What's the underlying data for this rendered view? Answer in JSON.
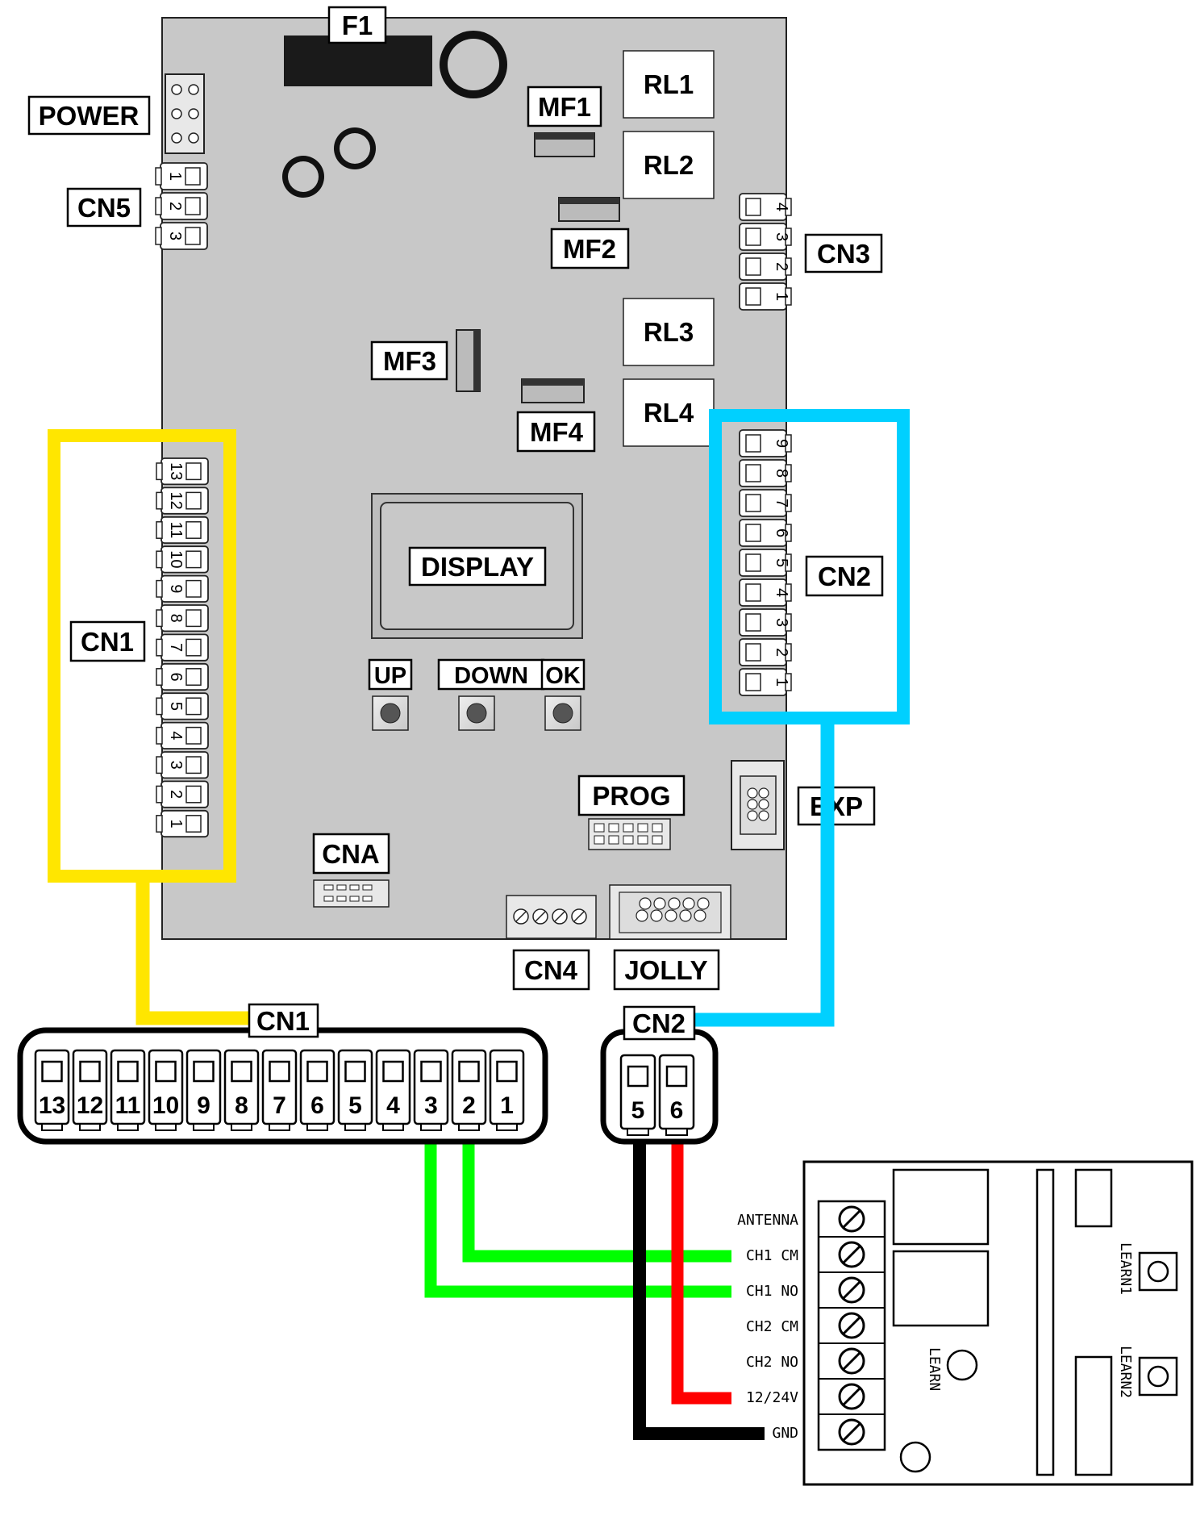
{
  "board": {
    "labels": {
      "f1": "F1",
      "power": "POWER",
      "cn5": "CN5",
      "mf1": "MF1",
      "mf2": "MF2",
      "mf3": "MF3",
      "mf4": "MF4",
      "rl1": "RL1",
      "rl2": "RL2",
      "rl3": "RL3",
      "rl4": "RL4",
      "cn3": "CN3",
      "cn1": "CN1",
      "cn2": "CN2",
      "display": "DISPLAY",
      "up": "UP",
      "down": "DOWN",
      "ok": "OK",
      "prog": "PROG",
      "exp": "EXP",
      "cna": "CNA",
      "cn4": "CN4",
      "jolly": "JOLLY"
    },
    "cn5_pins": [
      "1",
      "2",
      "3"
    ],
    "cn3_pins": [
      "4",
      "3",
      "2",
      "1"
    ],
    "cn1_pins": [
      "13",
      "12",
      "11",
      "10",
      "9",
      "8",
      "7",
      "6",
      "5",
      "4",
      "3",
      "2",
      "1"
    ],
    "cn2_pins": [
      "9",
      "8",
      "7",
      "6",
      "5",
      "4",
      "3",
      "2",
      "1"
    ]
  },
  "zoom": {
    "cn1_title": "CN1",
    "cn1_pins": [
      "13",
      "12",
      "11",
      "10",
      "9",
      "8",
      "7",
      "6",
      "5",
      "4",
      "3",
      "2",
      "1"
    ],
    "cn2_title": "CN2",
    "cn2_pins": [
      "5",
      "6"
    ]
  },
  "receiver": {
    "terminals": [
      "ANTENNA",
      "CH1 CM",
      "CH1 NO",
      "CH2 CM",
      "CH2 NO",
      "12/24V",
      "GND"
    ],
    "learn": "LEARN",
    "learn1": "LEARN1",
    "learn2": "LEARN2"
  },
  "colors": {
    "cn1_highlight": "#FFE600",
    "cn2_highlight": "#00D0FF",
    "signal_wire": "#00FF00",
    "power_wire": "#FF0000",
    "ground_wire": "#000000",
    "board_fill": "#C8C8C8"
  }
}
